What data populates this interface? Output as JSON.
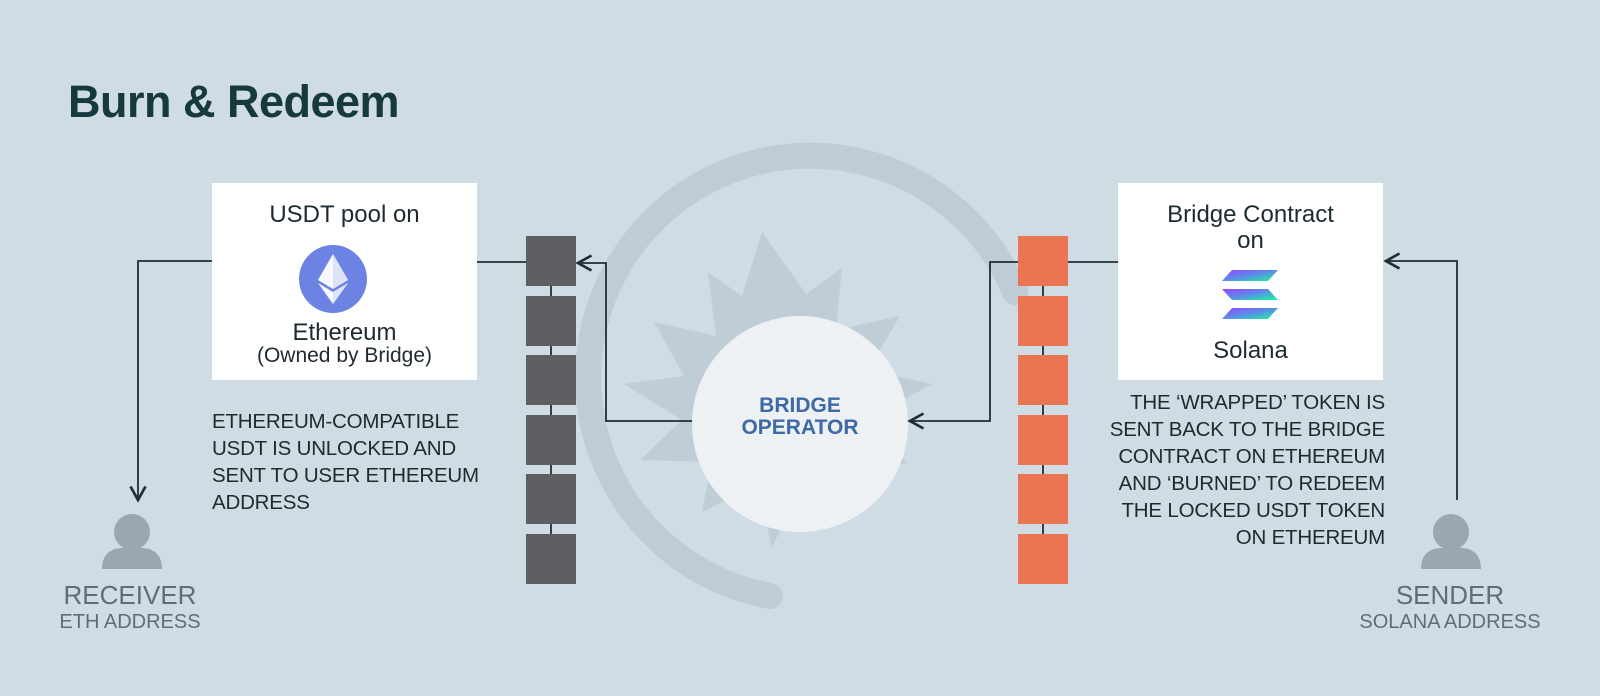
{
  "title": "Burn & Redeem",
  "eth_card": {
    "heading": "USDT pool on",
    "chain": "Ethereum",
    "note": "(Owned by Bridge)",
    "icon": "ethereum-logo-icon"
  },
  "sol_card": {
    "heading_line1": "Bridge Contract",
    "heading_line2": "on",
    "chain": "Solana",
    "icon": "solana-logo-icon"
  },
  "left_description": [
    "ETHEREUM-COMPATIBLE",
    "USDT IS UNLOCKED AND",
    "SENT TO USER ETHEREUM",
    "ADDRESS"
  ],
  "right_description": [
    "THE ‘WRAPPED’ TOKEN IS",
    "SENT BACK TO THE BRIDGE",
    "CONTRACT ON ETHEREUM",
    "AND ‘BURNED’ TO REDEEM",
    "THE LOCKED USDT TOKEN",
    "ON ETHEREUM"
  ],
  "operator": {
    "line1": "BRIDGE",
    "line2": "OPERATOR"
  },
  "receiver": {
    "role": "RECEIVER",
    "address": "ETH ADDRESS"
  },
  "sender": {
    "role": "SENDER",
    "address": "SOLANA ADDRESS"
  },
  "colors": {
    "background": "#cfdce4",
    "title": "#16383f",
    "eth_chain_blocks": "#5e5f63",
    "sol_chain_blocks": "#ea7552",
    "operator_text": "#3d6aa5",
    "person": "#98a7b1",
    "connector": "#1d2f35"
  }
}
